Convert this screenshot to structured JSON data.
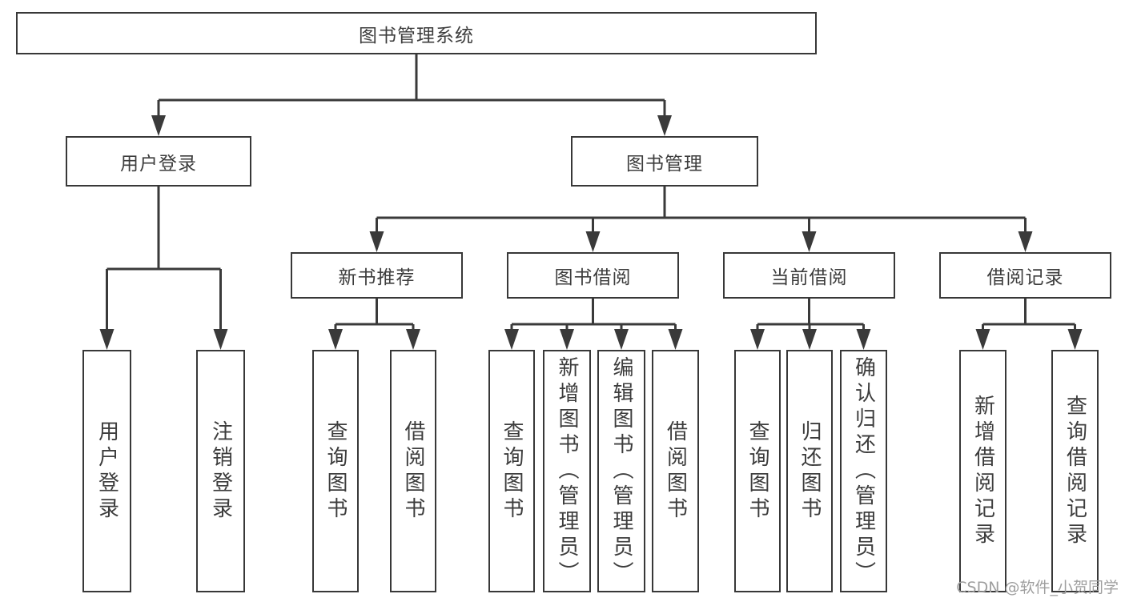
{
  "tree": {
    "root": {
      "label": "图书管理系统"
    },
    "branches": [
      {
        "label": "用户登录",
        "leaves": [
          {
            "label": "用户登录"
          },
          {
            "label": "注销登录"
          }
        ]
      },
      {
        "label": "图书管理",
        "sections": [
          {
            "label": "新书推荐",
            "leaves": [
              {
                "label": "查询图书"
              },
              {
                "label": "借阅图书"
              }
            ]
          },
          {
            "label": "图书借阅",
            "leaves": [
              {
                "label": "查询图书"
              },
              {
                "label": "新增图书（管理员）"
              },
              {
                "label": "编辑图书（管理员）"
              },
              {
                "label": "借阅图书"
              }
            ]
          },
          {
            "label": "当前借阅",
            "leaves": [
              {
                "label": "查询图书"
              },
              {
                "label": "归还图书"
              },
              {
                "label": "确认归还（管理员）"
              }
            ]
          },
          {
            "label": "借阅记录",
            "leaves": [
              {
                "label": "新增借阅记录"
              },
              {
                "label": "查询借阅记录"
              }
            ]
          }
        ]
      }
    ]
  },
  "watermark": "CSDN @软件_小贺同学",
  "colors": {
    "line": "#3a3a3a",
    "box_border": "#383838",
    "text": "#3d3d3d",
    "watermark": "#9f9f9f",
    "background": "#ffffff"
  }
}
